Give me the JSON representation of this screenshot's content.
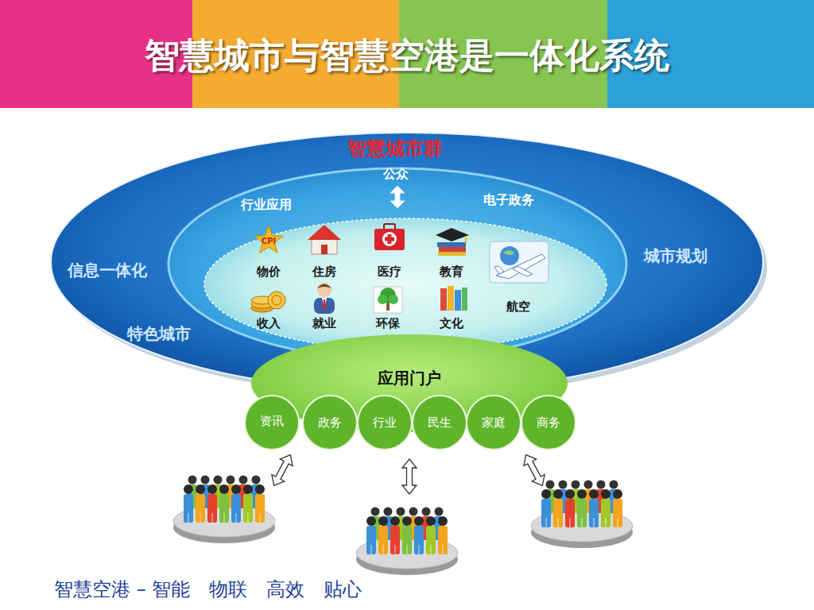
{
  "diagram": {
    "title": "智慧城市与智慧空港是一体化系统",
    "caption": "智慧空港 – 智能　物联　高效　贴心",
    "nodes": [
      {
        "text": [
          "智慧城市群",
          "信息一体化",
          "城市规划",
          "特色城市"
        ]
      },
      {
        "text": [
          "公众",
          "行业应用",
          "电子政务"
        ],
        "in": 0
      },
      {
        "text": [
          "物价",
          "住房",
          "医疗",
          "教育",
          "航空",
          "收入",
          "就业",
          "环保",
          "文化"
        ],
        "in": 1
      },
      {
        "text": [
          "应用门户"
        ]
      },
      {
        "text": [
          "资讯"
        ],
        "in": 3
      },
      {
        "text": [
          "政务"
        ],
        "in": 3
      },
      {
        "text": [
          "行业"
        ],
        "in": 3
      },
      {
        "text": [
          "民生"
        ],
        "in": 3
      },
      {
        "text": [
          "家庭"
        ],
        "in": 3
      },
      {
        "text": [
          "商务"
        ],
        "in": 3
      }
    ],
    "labels": [
      "CPI"
    ]
  }
}
